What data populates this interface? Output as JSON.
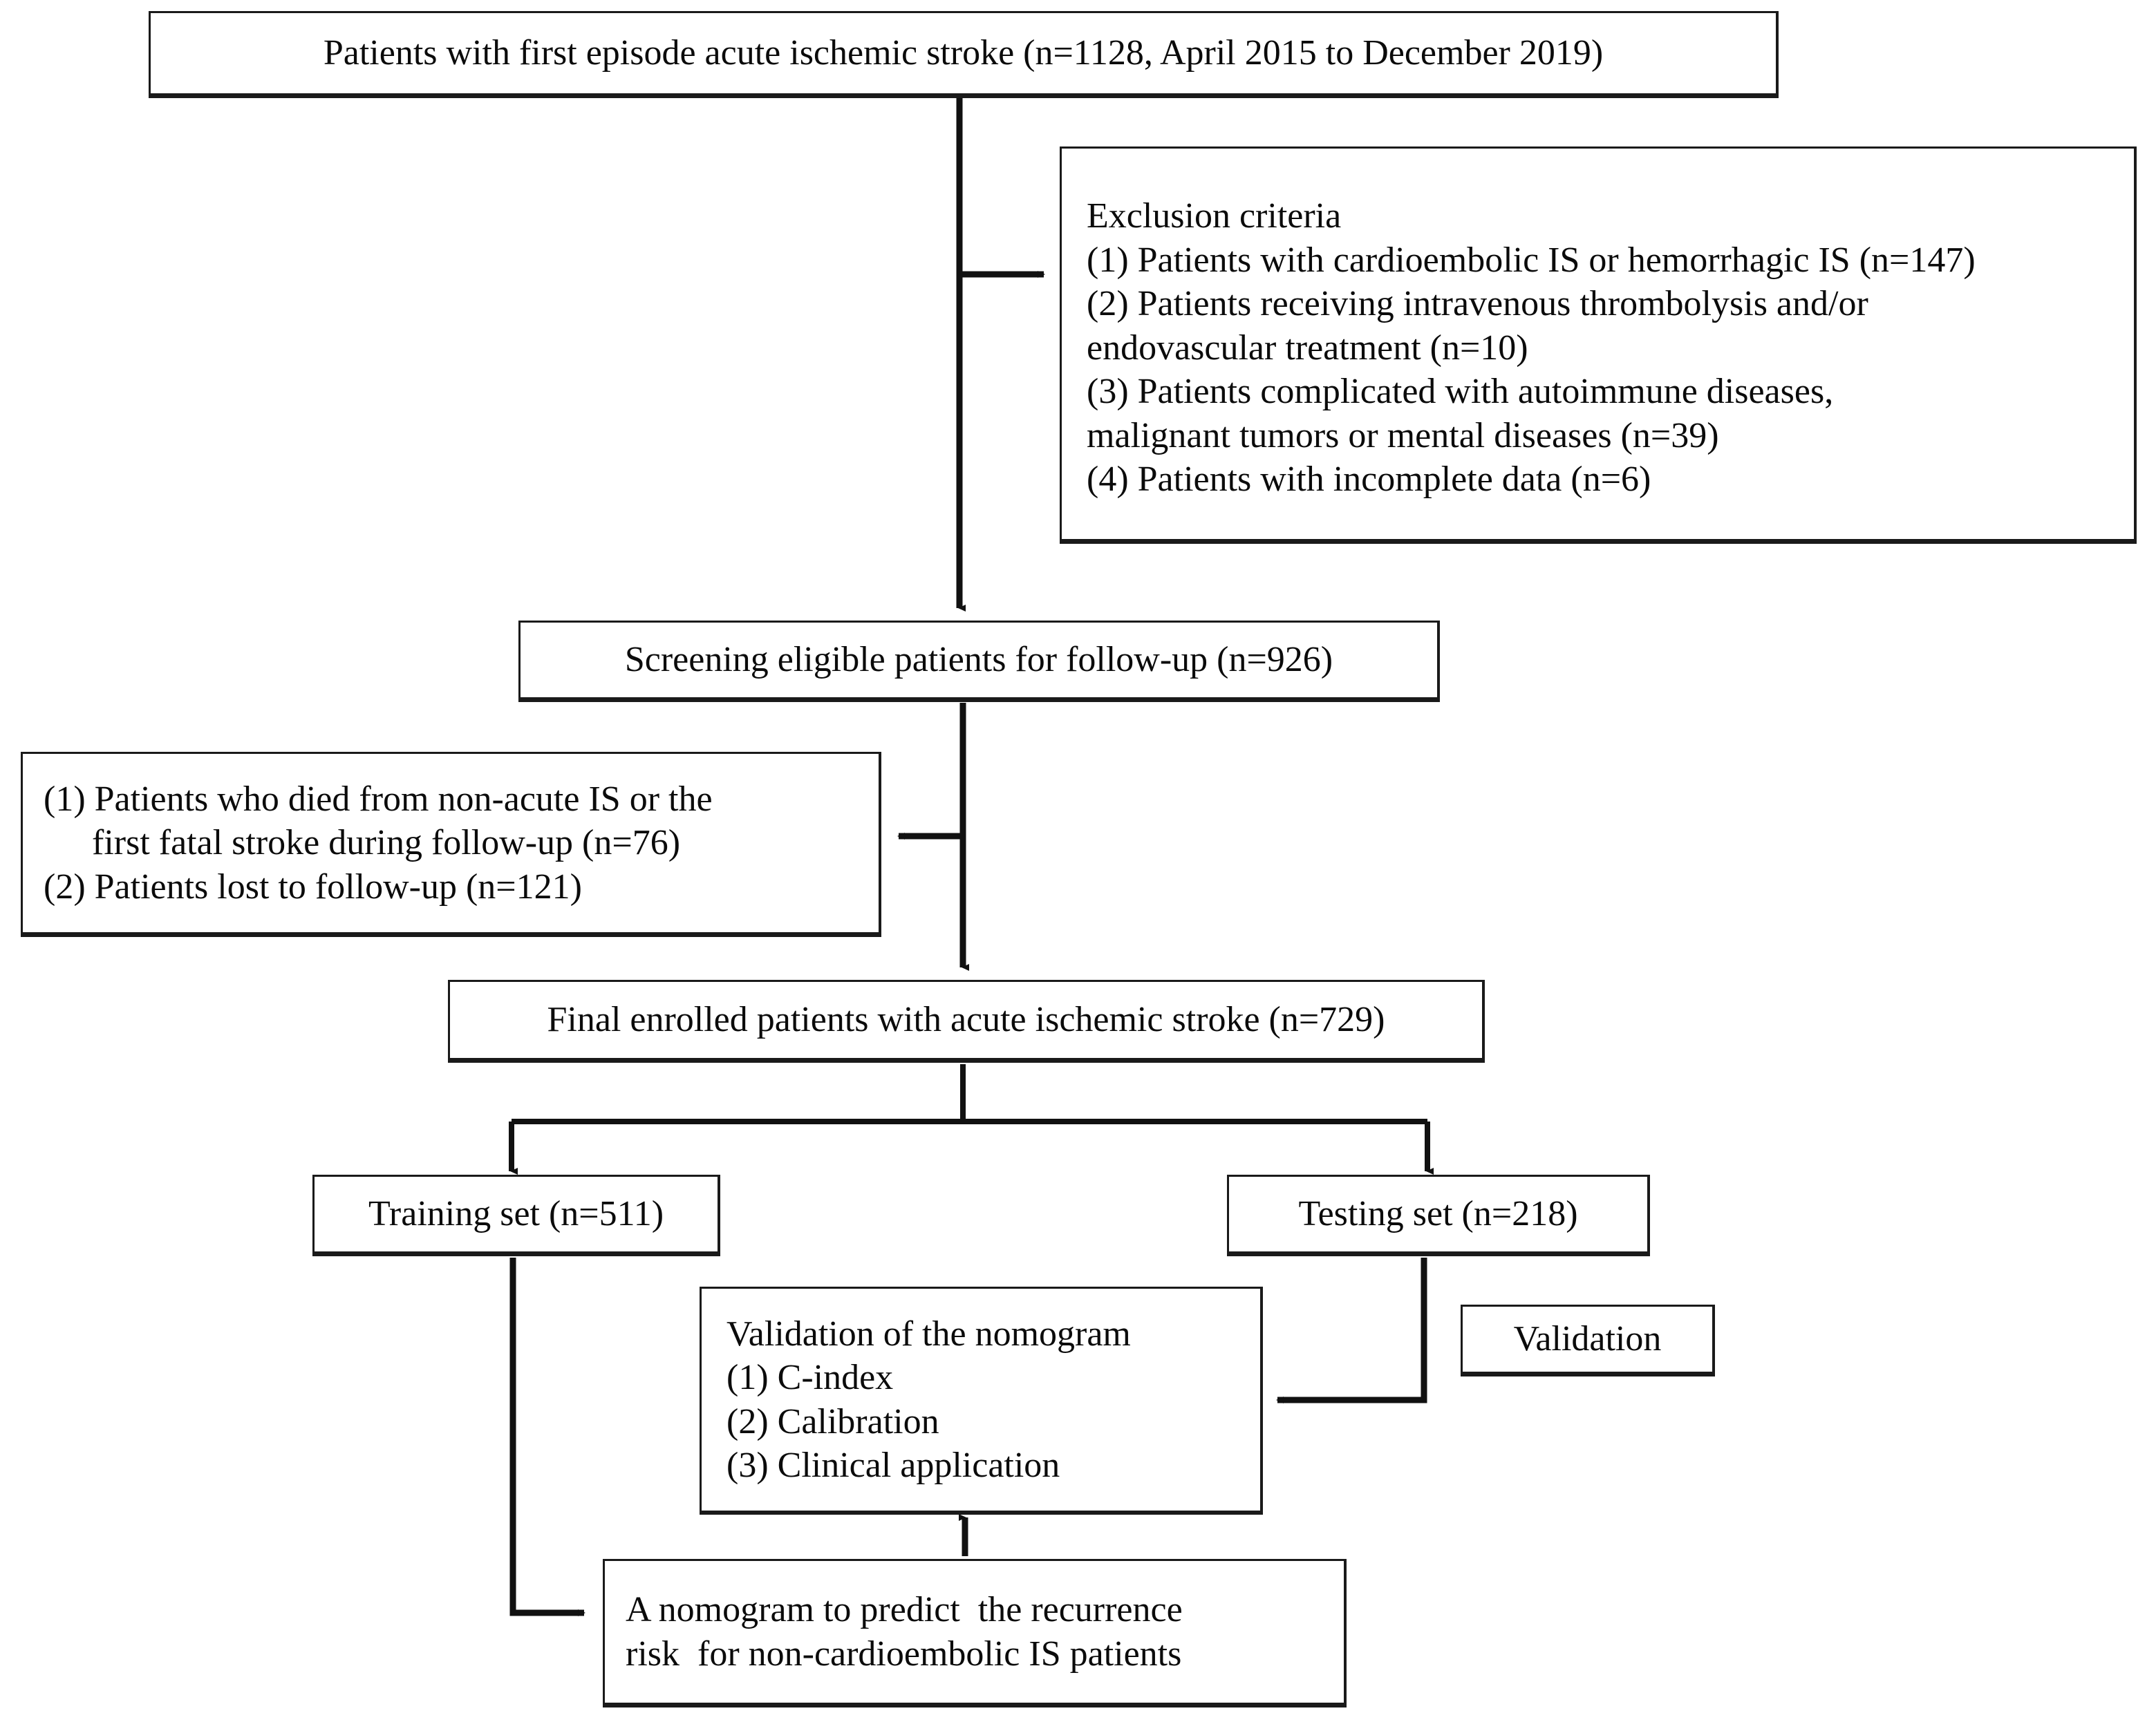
{
  "diagram": {
    "title": "Patient selection and nomogram development flowchart",
    "colors": {
      "stroke": "#1a1a1a",
      "text": "#0b0b0b",
      "background": "#ffffff"
    },
    "nodes": {
      "source_population": {
        "lines": [
          "Patients with first episode acute ischemic stroke (n=1128, April 2015 to December 2019)"
        ]
      },
      "exclusion_criteria": {
        "lines": [
          "Exclusion criteria",
          "(1) Patients with cardioembolic IS or hemorrhagic IS (n=147)",
          "(2) Patients receiving intravenous thrombolysis and/or",
          "endovascular treatment (n=10)",
          "(3) Patients complicated with autoimmune diseases,",
          "malignant tumors or mental diseases (n=39)",
          "(4) Patients with incomplete data (n=6)"
        ]
      },
      "screening": {
        "lines": [
          "Screening eligible patients for follow-up (n=926)"
        ]
      },
      "followup_losses": {
        "lines": [
          "(1) Patients who died from non-acute IS or the",
          "first fatal stroke during follow-up (n=76)",
          "(2) Patients lost to follow-up (n=121)"
        ]
      },
      "final_enrolled": {
        "lines": [
          "Final enrolled patients with acute ischemic stroke (n=729)"
        ]
      },
      "training_set": {
        "lines": [
          "Training set (n=511)"
        ]
      },
      "testing_set": {
        "lines": [
          "Testing set (n=218)"
        ]
      },
      "validation_block": {
        "lines": [
          "Validation of the nomogram",
          "(1) C-index",
          "(2) Calibration",
          "(3) Clinical application"
        ]
      },
      "validation_label": {
        "lines": [
          "Validation"
        ]
      },
      "nomogram_output": {
        "lines": [
          "A nomogram to predict  the recurrence",
          "risk  for non-cardioembolic IS patients"
        ]
      }
    },
    "counts": {
      "screened_total": "1128",
      "excluded_cardioembolic_or_hemorrhagic": "147",
      "excluded_thrombolysis_endovascular": "10",
      "excluded_autoimmune_tumor_mental": "39",
      "excluded_incomplete_data": "6",
      "eligible_for_followup": "926",
      "died_during_followup": "76",
      "lost_to_followup": "121",
      "final_enrolled": "729",
      "training_set": "511",
      "testing_set": "218"
    },
    "edges": [
      {
        "name": "source-to-exclusion",
        "from": "source_population",
        "to": "exclusion_criteria",
        "direction": "right"
      },
      {
        "name": "source-to-screening",
        "from": "source_population",
        "to": "screening",
        "direction": "down"
      },
      {
        "name": "screening-to-losses",
        "from": "screening",
        "to": "followup_losses",
        "direction": "left"
      },
      {
        "name": "screening-to-final",
        "from": "screening",
        "to": "final_enrolled",
        "direction": "down"
      },
      {
        "name": "final-to-training",
        "from": "final_enrolled",
        "to": "training_set",
        "direction": "down"
      },
      {
        "name": "final-to-testing",
        "from": "final_enrolled",
        "to": "testing_set",
        "direction": "down"
      },
      {
        "name": "training-to-nomogram",
        "from": "training_set",
        "to": "nomogram_output",
        "direction": "right"
      },
      {
        "name": "testing-to-validation",
        "from": "testing_set",
        "to": "validation_block",
        "direction": "left"
      },
      {
        "name": "nomogram-to-validation",
        "from": "nomogram_output",
        "to": "validation_block",
        "direction": "up"
      }
    ]
  }
}
